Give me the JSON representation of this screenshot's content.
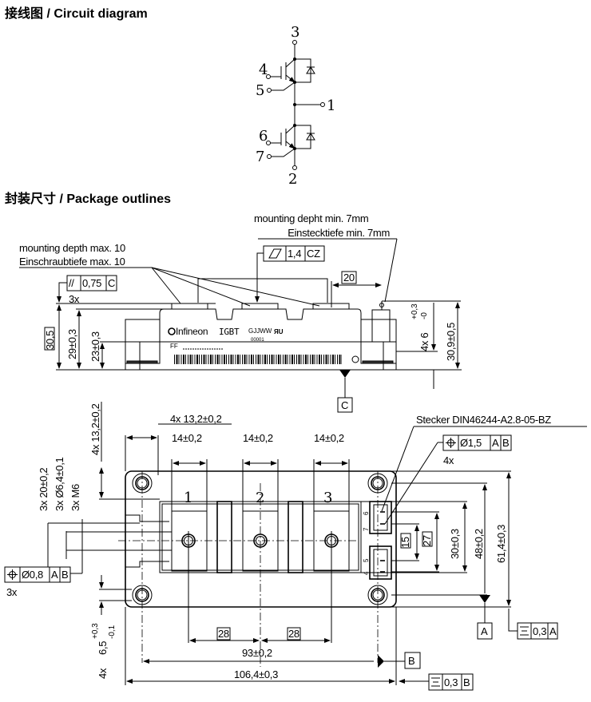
{
  "sections": {
    "circuit_title": "接线图 / Circuit diagram",
    "package_title": "封装尺寸 / Package outlines"
  },
  "circuit": {
    "pins": [
      "1",
      "2",
      "3",
      "4",
      "5",
      "6",
      "7"
    ]
  },
  "side_view": {
    "mount_min_en": "mounting depht min. 7mm",
    "mount_min_de": "Einstecktiefe min. 7mm",
    "mount_max_en": "mounting depth max. 10",
    "mount_max_de": "Einschraubtiefe max. 10",
    "flatness": {
      "value": "1,4",
      "ref": "CZ"
    },
    "parallelism": {
      "symbol": "//",
      "value": "0,75",
      "ref": "C"
    },
    "count_3x": "3x",
    "dim_20": "20",
    "dim_30_5": "30,5",
    "dim_29": "29±0,3",
    "dim_23": "23±0,3",
    "dim_pin": "4x 6",
    "dim_pin_tol_upper": "+0,3",
    "dim_pin_tol_lower": "-0",
    "dim_30_9": "30,9±0,5",
    "datum": "C",
    "logo": "Infineon",
    "marking": "IGBT",
    "date_code": "GJJWW",
    "serial": "00001",
    "part_prefix": "FF"
  },
  "top_view": {
    "terminals": [
      "1",
      "2",
      "3"
    ],
    "aux_pins": [
      "6",
      "7",
      "5",
      "4"
    ],
    "dim_hole_pitch_h": "4x  13,2±0,2",
    "dim_hole_pitch_v": "4x  13,2±0,2",
    "dim_terminal_width": "14±0,2",
    "dim_20": "3x  20±0,2",
    "dim_dia": "3x  Ø6,4±0,1",
    "dim_thread": "3x  M6",
    "pos_tol_terminal": {
      "value": "Ø0,8",
      "refs": [
        "A",
        "B"
      ],
      "count": "3x"
    },
    "dim_hole_dia": "6,5",
    "dim_hole_tol_upper": "+0,3",
    "dim_hole_tol_lower": "-0,1",
    "count_4x": "4x",
    "connector_label": "Stecker  DIN46244-A2.8-05-BZ",
    "pos_tol_pin": {
      "value": "Ø1,5",
      "refs": [
        "A",
        "B"
      ],
      "count": "4x"
    },
    "dim_15": "15",
    "dim_27": "27",
    "dim_30": "30±0,3",
    "dim_48": "48±0,2",
    "dim_61_4": "61,4±0,3",
    "datum_a": "A",
    "datum_b": "B",
    "sym_a": {
      "value": "0,3",
      "ref": "A"
    },
    "sym_b": {
      "value": "0,3",
      "ref": "B"
    },
    "dim_28": "28",
    "dim_93": "93±0,2",
    "dim_106_4": "106,4±0,3"
  }
}
